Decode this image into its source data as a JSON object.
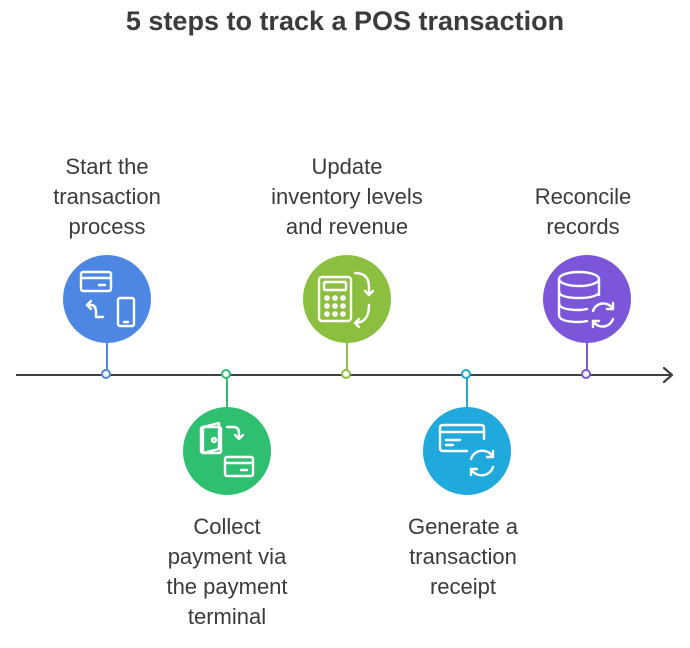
{
  "title": "5 steps to track a POS transaction",
  "steps": [
    {
      "label_lines": [
        "Start the",
        "transaction",
        "process"
      ],
      "color": "#4d87e3",
      "icon": "card-to-phone-icon"
    },
    {
      "label_lines": [
        "Collect",
        "payment via",
        "the payment",
        "terminal"
      ],
      "color": "#2fbf71",
      "icon": "wallet-to-card-icon"
    },
    {
      "label_lines": [
        "Update",
        "inventory levels",
        "and revenue"
      ],
      "color": "#8cbf3f",
      "icon": "calculator-refresh-icon"
    },
    {
      "label_lines": [
        "Generate a",
        "transaction",
        "receipt"
      ],
      "color": "#1fa9dc",
      "icon": "card-sync-icon"
    },
    {
      "label_lines": [
        "Reconcile",
        "records"
      ],
      "color": "#7b56d9",
      "icon": "database-sync-icon"
    }
  ]
}
